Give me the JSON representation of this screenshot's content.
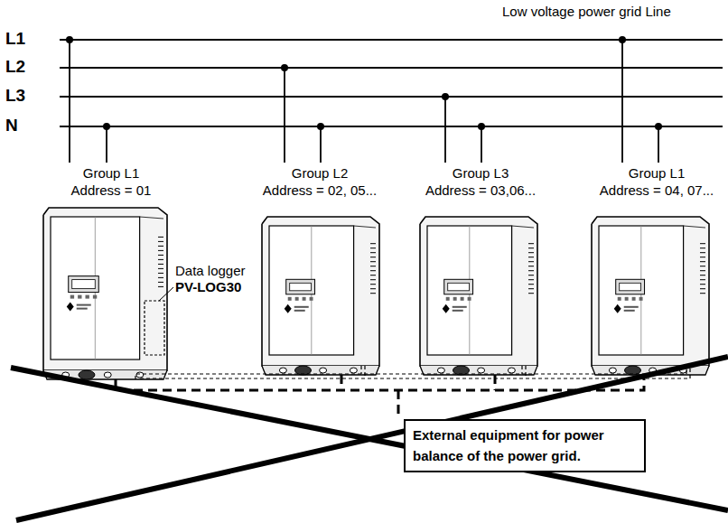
{
  "diagram": {
    "nodes": [
      {
        "text": [
          "External equipment for power balance of the power grid."
        ]
      }
    ],
    "labels": [
      "L1",
      "L2",
      "L3",
      "N",
      "Low voltage power grid Line",
      "Group L1",
      "Address = 01",
      "Group L2",
      "Address = 02, 05...",
      "Group L3",
      "Address = 03,06...",
      "Group L1",
      "Address = 04, 07...",
      "Data logger",
      "PV-LOG30"
    ]
  }
}
